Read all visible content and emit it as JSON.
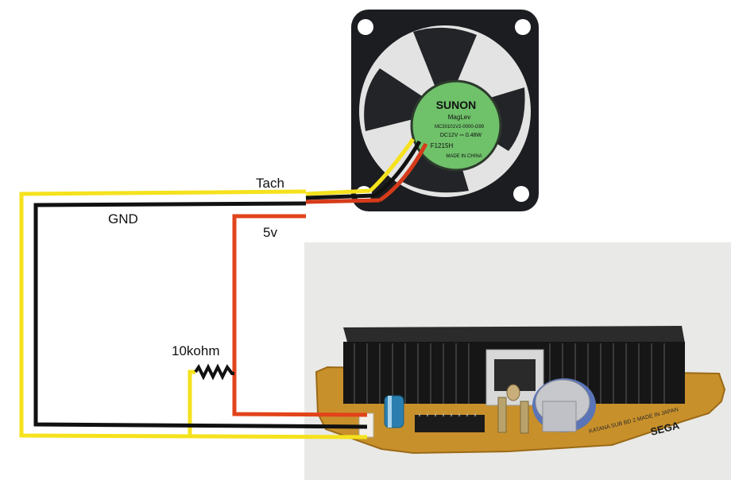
{
  "labels": {
    "tach": "Tach",
    "gnd": "GND",
    "five_v": "5v",
    "resistor": "10kohm"
  },
  "fan": {
    "brand": "SUNON",
    "series": "MagLev",
    "model": "MC30101V2-0000-G99",
    "rating": "DC12V ⎓ 0.48W",
    "lot": "F1215H",
    "origin": "MADE IN CHINA"
  },
  "board": {
    "brand": "SEGA",
    "silk": "KATANA SUB BD 2  MADE IN JAPAN"
  },
  "colors": {
    "tach_wire": "#f5e21d",
    "gnd_wire": "#111111",
    "v5_wire": "#e2431a",
    "fan_label_green": "#6fc16a",
    "fan_body": "#1c1d20",
    "pcb": "#c8902b"
  }
}
